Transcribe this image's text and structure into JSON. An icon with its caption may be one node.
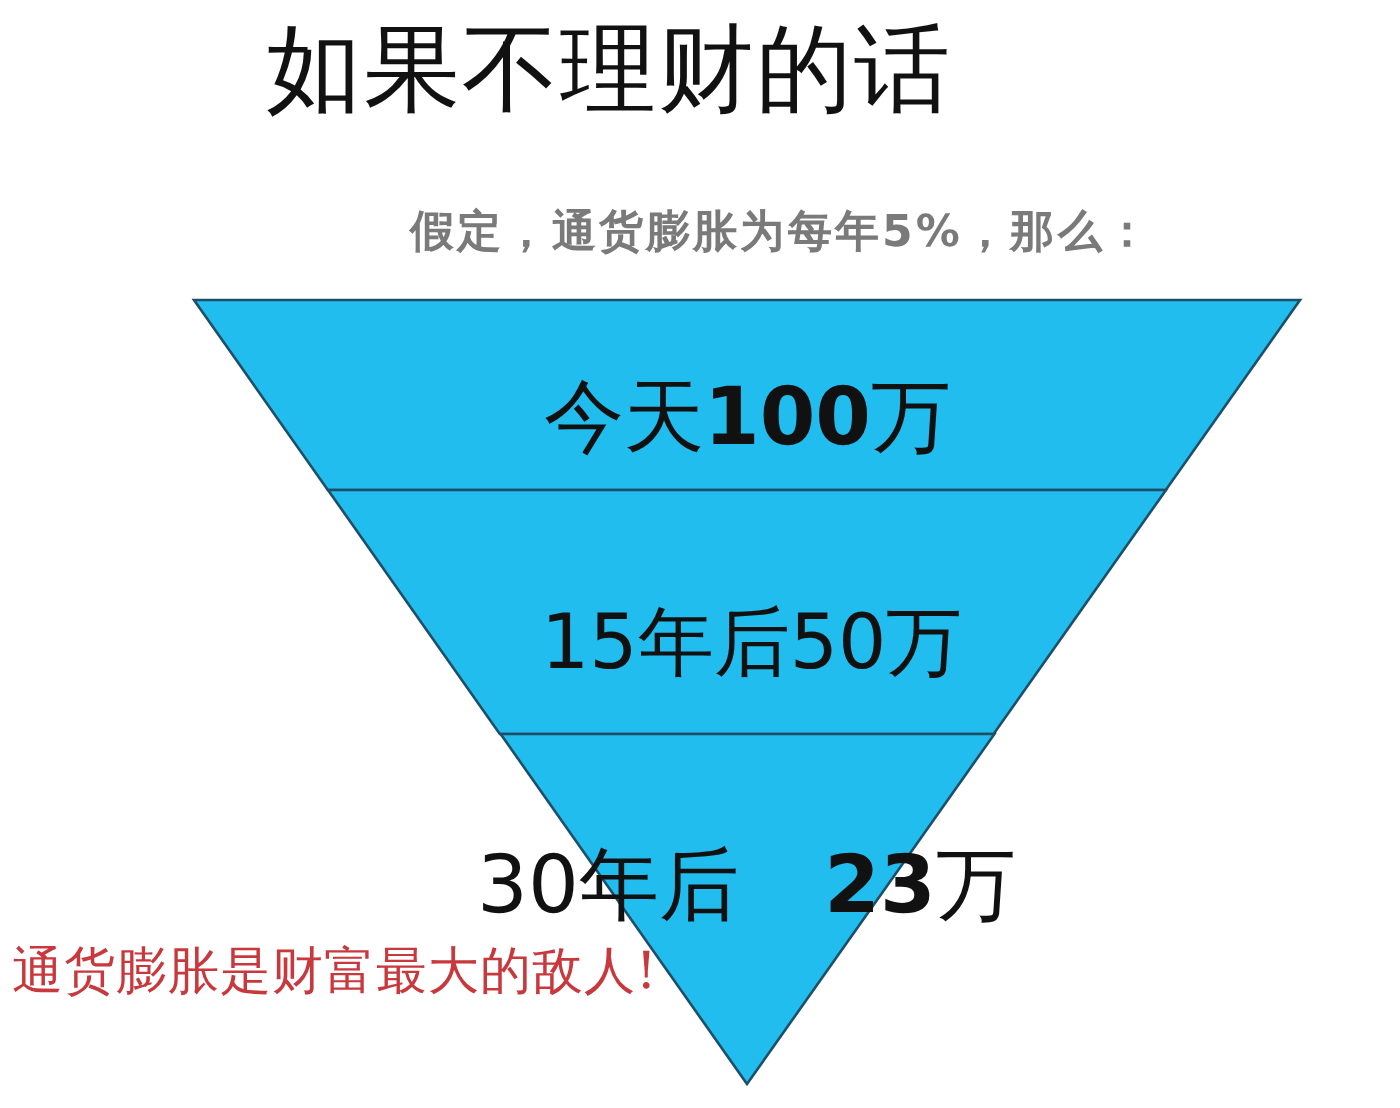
{
  "diagram": {
    "title": "如果不理财的话",
    "nodes": [
      {
        "text": [
          "今天**100**万"
        ]
      },
      {
        "text": [
          "15年后50万"
        ]
      },
      {
        "text": [
          "30年后 **23**万"
        ]
      }
    ],
    "labels": [
      "假定，通货膨胀为每年5%，那么：",
      "通货膨胀是财富最大的敌人!"
    ]
  }
}
